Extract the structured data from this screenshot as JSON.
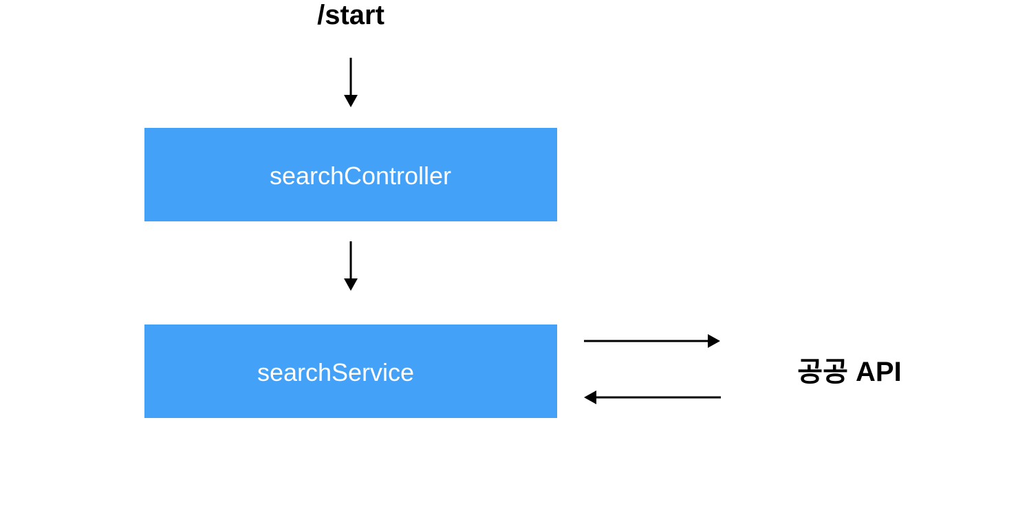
{
  "diagram": {
    "entry_label": "/start",
    "nodes": [
      {
        "id": "controller",
        "label": "searchController"
      },
      {
        "id": "service",
        "label": "searchService"
      }
    ],
    "external_label": "공공 API",
    "box_color": "#44a1f8",
    "edges": [
      {
        "from": "/start",
        "to": "searchController"
      },
      {
        "from": "searchController",
        "to": "searchService"
      },
      {
        "from": "searchService",
        "to": "공공 API"
      },
      {
        "from": "공공 API",
        "to": "searchService"
      }
    ]
  }
}
